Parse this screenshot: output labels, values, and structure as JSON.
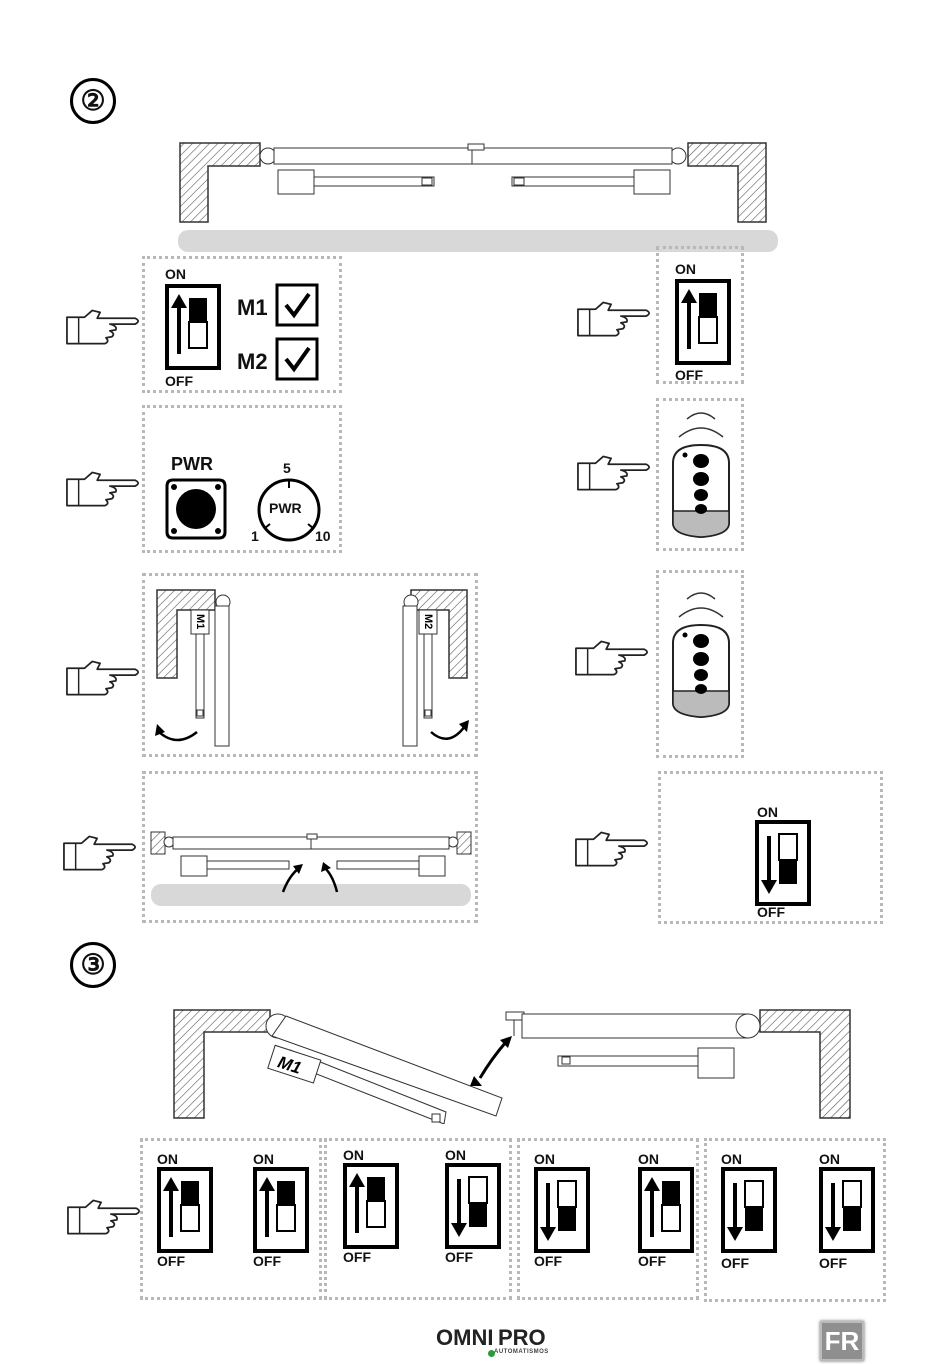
{
  "steps": {
    "step2": "②",
    "step3": "③"
  },
  "switch_labels": {
    "on": "ON",
    "off": "OFF"
  },
  "motors": {
    "m1": "M1",
    "m2": "M2"
  },
  "power": {
    "button_label": "PWR",
    "dial_label": "PWR",
    "dial_min": "1",
    "dial_mid": "5",
    "dial_max": "10"
  },
  "brand": {
    "name_left": "OMNI",
    "name_right": "PRO",
    "tagline": "AUTOMATISMOS"
  },
  "language_badge": "FR",
  "icons": [
    "pointing-hand-icon",
    "dip-switch-icon",
    "checkbox-checked-icon",
    "remote-control-icon",
    "curved-arrow-icon"
  ]
}
